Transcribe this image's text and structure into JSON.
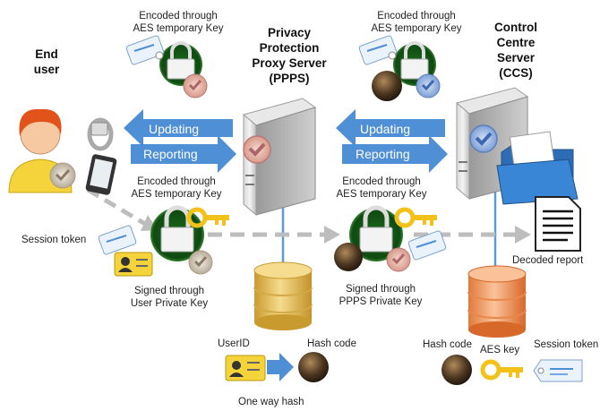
{
  "labels": {
    "end_user": "End\nuser",
    "ppps_title": "Privacy\nProtection\nProxy Server\n(PPPS)",
    "ccs_title": "Control\nCentre\nServer\n(CCS)",
    "enc_top_left": "Encoded through\nAES temporary Key",
    "enc_top_right": "Encoded through\nAES temporary Key",
    "enc_mid_left": "Encoded through\nAES temporary Key",
    "enc_mid_right": "Encoded through\nAES temporary Key",
    "updating_left": "Updating",
    "reporting_left": "Reporting",
    "updating_right": "Updating",
    "reporting_right": "Reporting",
    "session_token_left": "Session token",
    "signed_user": "Signed through\nUser Private Key",
    "signed_ppps": "Signed through\nPPPS Private Key",
    "decoded_report": "Decoded report",
    "userid": "UserID",
    "hash_code_left": "Hash code",
    "one_way_hash": "One way hash",
    "hash_code_right": "Hash code",
    "aes_key": "AES key",
    "session_token_right": "Session token"
  },
  "colors": {
    "arrow_blue": "#4f8fd6",
    "dashed_gray": "#bdbdbd",
    "db_gold": "#e9c25a",
    "db_orange": "#f0955a",
    "lock_green": "#2f8f2f",
    "key_gold": "#f2c21b",
    "line_blue": "#5b9bd5"
  }
}
